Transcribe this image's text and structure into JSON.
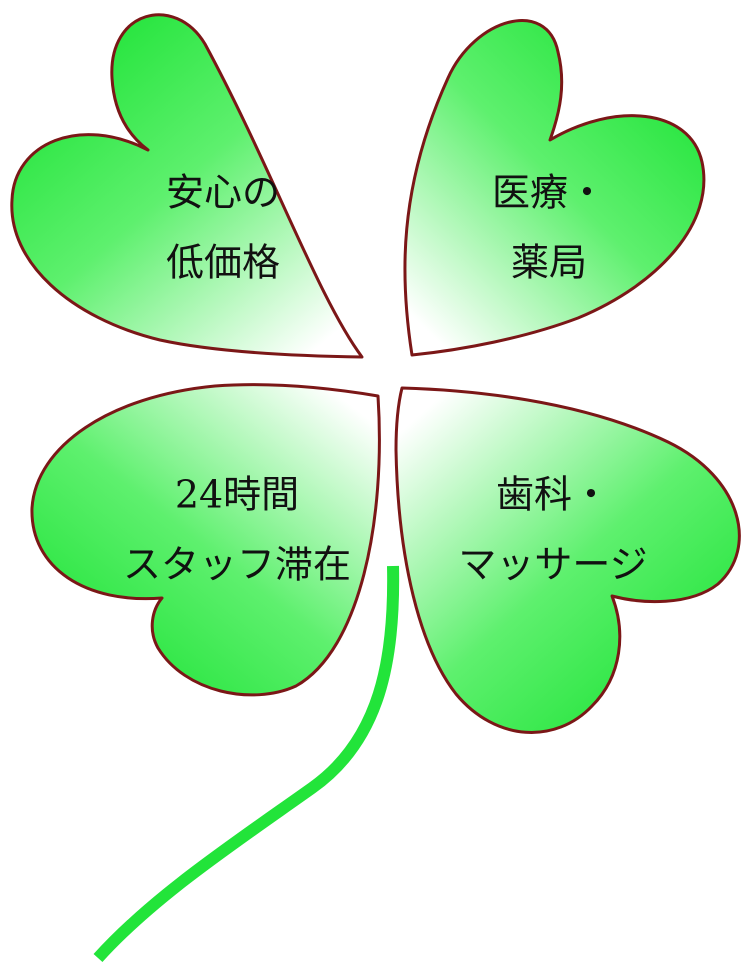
{
  "colors": {
    "leaf_fill_dark": "#22e43a",
    "leaf_fill_light": "#ffffff",
    "leaf_outline": "#7b1717",
    "stem": "#22e43a",
    "text": "#111111"
  },
  "leaves": {
    "top_left": {
      "line1": "安心の",
      "line2": "低価格"
    },
    "top_right": {
      "line1": "医療・",
      "line2": "薬局"
    },
    "bottom_left": {
      "line1": "24時間",
      "line2": "スタッフ滞在"
    },
    "bottom_right": {
      "line1": "歯科・",
      "line2": "マッサージ"
    }
  }
}
